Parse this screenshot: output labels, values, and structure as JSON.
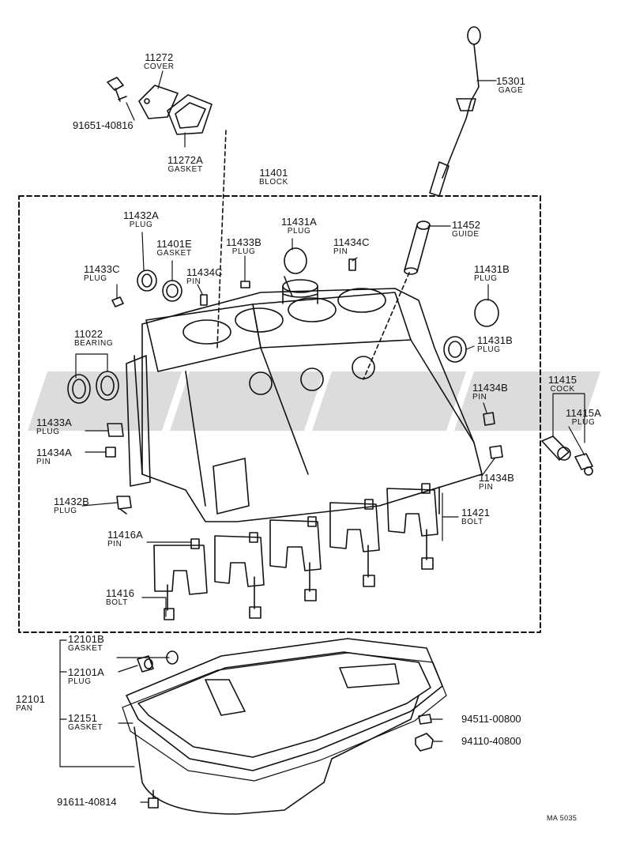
{
  "parts": {
    "p15301": {
      "number": "15301",
      "name": "GAGE"
    },
    "p11272": {
      "number": "11272",
      "name": "COVER"
    },
    "p11272A": {
      "number": "11272A",
      "name": "GASKET"
    },
    "p91651": {
      "number": "91651-40816"
    },
    "p11401": {
      "number": "11401",
      "name": "BLOCK"
    },
    "p11432A": {
      "number": "11432A",
      "name": "PLUG"
    },
    "p11401E": {
      "number": "11401E",
      "name": "GASKET"
    },
    "p11433B": {
      "number": "11433B",
      "name": "PLUG"
    },
    "p11431A": {
      "number": "11431A",
      "name": "PLUG"
    },
    "p11434C_1": {
      "number": "11434C",
      "name": "PIN"
    },
    "p11434C_2": {
      "number": "11434C",
      "name": "PIN"
    },
    "p11452": {
      "number": "11452",
      "name": "GUIDE"
    },
    "p11433C": {
      "number": "11433C",
      "name": "PLUG"
    },
    "p11431B_1": {
      "number": "11431B",
      "name": "PLUG"
    },
    "p11431B_2": {
      "number": "11431B",
      "name": "PLUG"
    },
    "p11022": {
      "number": "11022",
      "name": "BEARING"
    },
    "p11415": {
      "number": "11415",
      "name": "COCK"
    },
    "p11415A": {
      "number": "11415A",
      "name": "PLUG"
    },
    "p11434B_1": {
      "number": "11434B",
      "name": "PIN"
    },
    "p11434B_2": {
      "number": "11434B",
      "name": "PIN"
    },
    "p11433A": {
      "number": "11433A",
      "name": "PLUG"
    },
    "p11434A": {
      "number": "11434A",
      "name": "PIN"
    },
    "p11432B": {
      "number": "11432B",
      "name": "PLUG"
    },
    "p11421": {
      "number": "11421",
      "name": "BOLT"
    },
    "p11416A": {
      "number": "11416A",
      "name": "PIN"
    },
    "p11416": {
      "number": "11416",
      "name": "BOLT"
    },
    "p12101B": {
      "number": "12101B",
      "name": "GASKET"
    },
    "p12101A": {
      "number": "12101A",
      "name": "PLUG"
    },
    "p12101": {
      "number": "12101",
      "name": "PAN"
    },
    "p12151": {
      "number": "12151",
      "name": "GASKET"
    },
    "p94511": {
      "number": "94511-00800"
    },
    "p94110": {
      "number": "94110-40800"
    },
    "p91611": {
      "number": "91611-40814"
    }
  },
  "footer": {
    "code": "MA 5035"
  },
  "colors": {
    "ink": "#111111",
    "watermark": "#d4d4d4",
    "background": "#ffffff"
  }
}
